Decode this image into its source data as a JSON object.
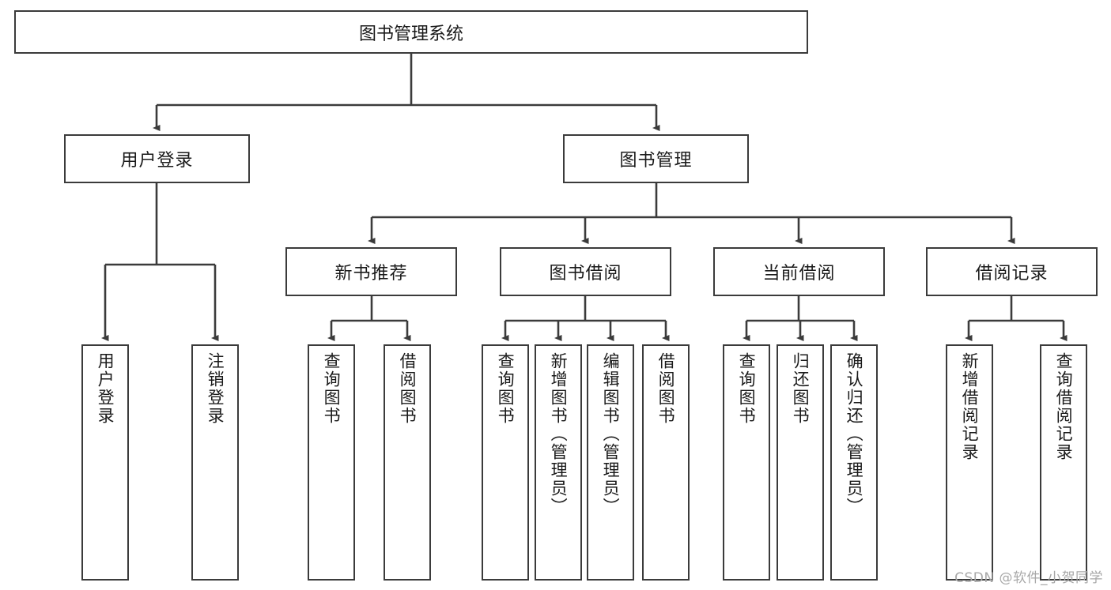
{
  "diagram": {
    "title": "图书管理系统",
    "type": "tree-hierarchy",
    "watermark": "CSDN @软件_小贺同学",
    "colors": {
      "background": "#ffffff",
      "box_border": "#3b3b3b",
      "box_fill": "#ffffff",
      "edge": "#3b3b3b",
      "text": "#1a1a1a",
      "watermark": "#a8a8a8"
    },
    "root": {
      "label": "图书管理系统"
    },
    "level2": [
      {
        "label": "用户登录"
      },
      {
        "label": "图书管理"
      }
    ],
    "level3": [
      {
        "label": "新书推荐"
      },
      {
        "label": "图书借阅"
      },
      {
        "label": "当前借阅"
      },
      {
        "label": "借阅记录"
      }
    ],
    "leaves": {
      "user_login": [
        {
          "label": "用户登录"
        },
        {
          "label": "注销登录"
        }
      ],
      "new_book_recommend": [
        {
          "label": "查询图书"
        },
        {
          "label": "借阅图书"
        }
      ],
      "book_borrow": [
        {
          "label": "查询图书"
        },
        {
          "label": "新增图书（管理员）"
        },
        {
          "label": "编辑图书（管理员）"
        },
        {
          "label": "借阅图书"
        }
      ],
      "current_borrow": [
        {
          "label": "查询图书"
        },
        {
          "label": "归还图书"
        },
        {
          "label": "确认归还（管理员）"
        }
      ],
      "borrow_record": [
        {
          "label": "新增借阅记录"
        },
        {
          "label": "查询借阅记录"
        }
      ]
    }
  }
}
